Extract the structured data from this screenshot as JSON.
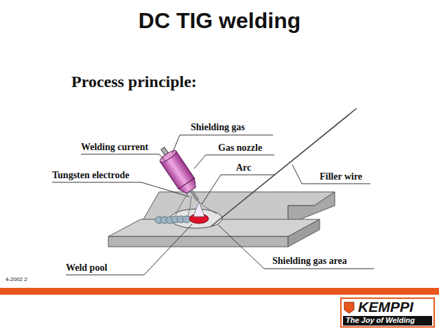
{
  "diagram": {
    "title": "DC TIG welding",
    "labels": [
      "Process principle:",
      "Shielding gas",
      "Welding current",
      "Gas nozzle",
      "Tungsten electrode",
      "Arc",
      "Filler wire",
      "Shielding gas area",
      "Weld pool",
      "4-2002 2",
      "KEMPPI",
      "The Joy of Welding"
    ]
  }
}
